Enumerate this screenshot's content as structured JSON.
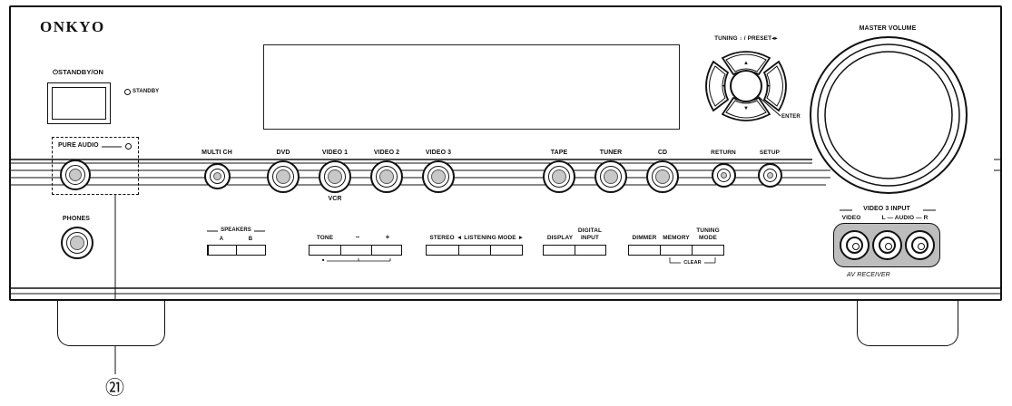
{
  "brand": "ONKYO",
  "power": {
    "label": "⏻STANDBY/ON",
    "indicator": "STANDBY"
  },
  "pure_audio": {
    "label": "PURE AUDIO"
  },
  "callout": {
    "number": "㉑"
  },
  "phones": {
    "label": "PHONES"
  },
  "input_selectors": [
    {
      "id": "multi-ch",
      "label": "MULTI CH"
    },
    {
      "id": "dvd",
      "label": "DVD"
    },
    {
      "id": "video-1",
      "label": "VIDEO 1",
      "sublabel": "VCR"
    },
    {
      "id": "video-2",
      "label": "VIDEO 2"
    },
    {
      "id": "video-3",
      "label": "VIDEO 3"
    },
    {
      "id": "tape",
      "label": "TAPE"
    },
    {
      "id": "tuner",
      "label": "TUNER"
    },
    {
      "id": "cd",
      "label": "CD"
    }
  ],
  "nav": {
    "return_label": "RETURN",
    "setup_label": "SETUP",
    "tuning_label": "TUNING ↕ / PRESET◂▸",
    "enter_label": "ENTER",
    "arrows": {
      "up": "▲",
      "down": "▼",
      "left": "◄",
      "right": "►"
    }
  },
  "master_volume": {
    "label": "MASTER VOLUME"
  },
  "speakers": {
    "label": "SPEAKERS",
    "a": "A",
    "b": "B"
  },
  "tone": {
    "label": "TONE",
    "minus": "–",
    "plus": "+",
    "mark": "■"
  },
  "listening_mode": {
    "stereo": "STEREO",
    "label": "◄ LISTENING MODE ►"
  },
  "display_group": {
    "display": "DISPLAY",
    "digital_input": "DIGITAL INPUT"
  },
  "tuning_group": {
    "dimmer": "DIMMER",
    "memory": "MEMORY",
    "tuning_mode": "TUNING MODE",
    "clear": "CLEAR"
  },
  "video3_input": {
    "title": "VIDEO 3 INPUT",
    "video": "VIDEO",
    "audio": "L — AUDIO — R"
  },
  "model": "AV RECEIVER"
}
